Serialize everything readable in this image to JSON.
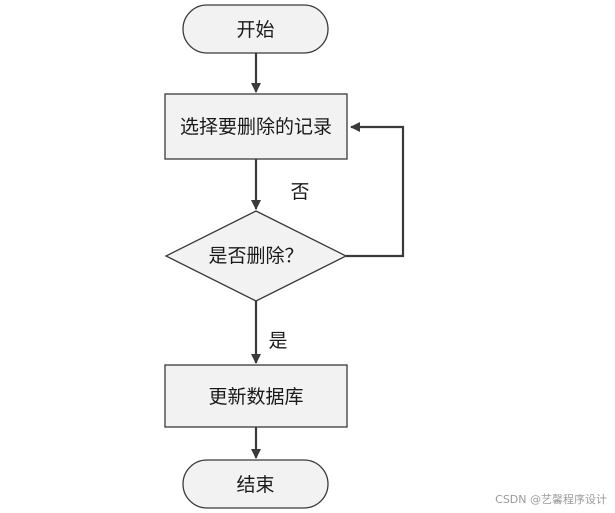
{
  "nodes": {
    "start": "开始",
    "select": "选择要删除的记录",
    "decision": "是否删除？",
    "update": "更新数据库",
    "end": "结束"
  },
  "edges": {
    "no_label": "否",
    "yes_label": "是"
  },
  "watermark": "CSDN @艺馨程序设计",
  "colors": {
    "node_fill": "#f2f2f2",
    "stroke": "#3a3a3a",
    "text": "#1a1a1a",
    "watermark": "#9a9a9a"
  }
}
